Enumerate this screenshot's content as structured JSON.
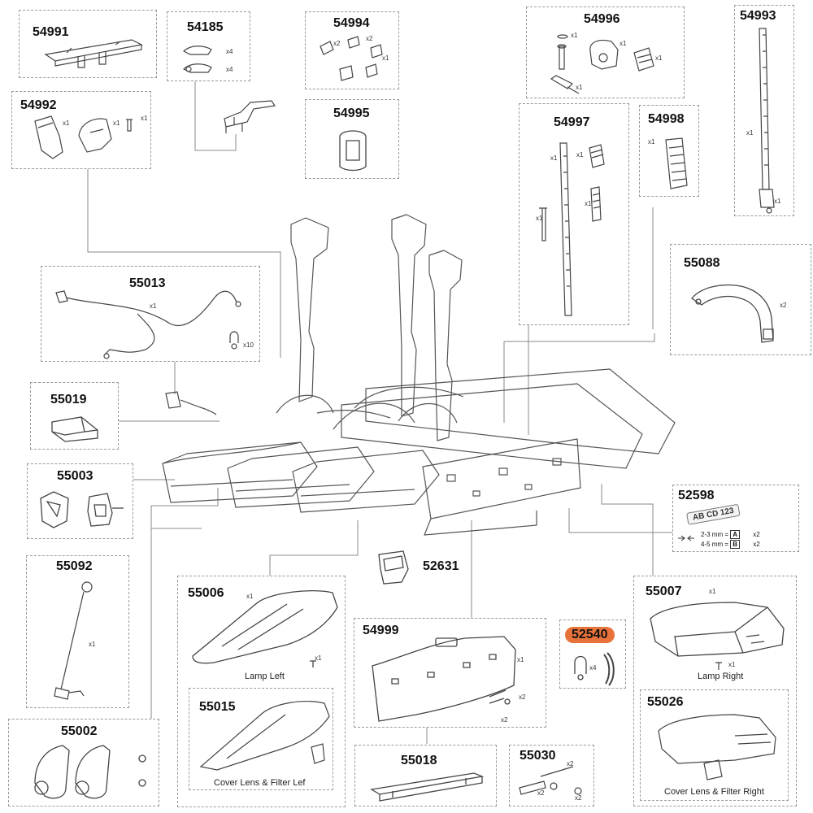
{
  "parts": [
    {
      "id": "p54991",
      "number": "54991",
      "qtys": []
    },
    {
      "id": "p54185",
      "number": "54185",
      "qtys": [
        "x4",
        "x4"
      ]
    },
    {
      "id": "p54994",
      "number": "54994",
      "qtys": [
        "x2",
        "x2",
        "x1"
      ]
    },
    {
      "id": "p54996",
      "number": "54996",
      "qtys": [
        "x1",
        "x1",
        "x1",
        "x1"
      ]
    },
    {
      "id": "p54993",
      "number": "54993",
      "qtys": [
        "x1",
        "x1"
      ]
    },
    {
      "id": "p54992",
      "number": "54992",
      "qtys": [
        "x1",
        "x1",
        "x1"
      ]
    },
    {
      "id": "p54995",
      "number": "54995",
      "qtys": []
    },
    {
      "id": "p54997",
      "number": "54997",
      "qtys": [
        "x1",
        "x1",
        "x1",
        "x1"
      ]
    },
    {
      "id": "p54998",
      "number": "54998",
      "qtys": [
        "x1"
      ]
    },
    {
      "id": "p55013",
      "number": "55013",
      "qtys": [
        "x1",
        "x10"
      ]
    },
    {
      "id": "p55088",
      "number": "55088",
      "qtys": [
        "x2"
      ]
    },
    {
      "id": "p55019",
      "number": "55019",
      "qtys": []
    },
    {
      "id": "p55003",
      "number": "55003",
      "qtys": []
    },
    {
      "id": "p52598",
      "number": "52598",
      "qtys": [
        "x2",
        "x2"
      ]
    },
    {
      "id": "p52631",
      "number": "52631",
      "qtys": []
    },
    {
      "id": "p55092",
      "number": "55092",
      "qtys": [
        "x1"
      ]
    },
    {
      "id": "p55006",
      "number": "55006",
      "caption": "Lamp Left",
      "qtys": [
        "x1",
        "x1"
      ]
    },
    {
      "id": "p54999",
      "number": "54999",
      "qtys": [
        "x1",
        "x2",
        "x2"
      ]
    },
    {
      "id": "p52540",
      "number": "52540",
      "highlighted": true,
      "qtys": [
        "x4"
      ]
    },
    {
      "id": "p55007",
      "number": "55007",
      "caption": "Lamp Right",
      "qtys": [
        "x1",
        "x1"
      ]
    },
    {
      "id": "p55015",
      "number": "55015",
      "caption": "Cover Lens & Filter Lef",
      "qtys": []
    },
    {
      "id": "p55026",
      "number": "55026",
      "caption": "Cover Lens & Filter Right",
      "qtys": []
    },
    {
      "id": "p55002",
      "number": "55002",
      "qtys": []
    },
    {
      "id": "p55018",
      "number": "55018",
      "qtys": []
    },
    {
      "id": "p55030",
      "number": "55030",
      "qtys": [
        "x2",
        "x2",
        "x2"
      ]
    }
  ],
  "sticker": {
    "plate_text": "AB CD 123",
    "row1_prefix": "2-3 mm =",
    "row1_letter": "A",
    "row1_qty": "x2",
    "row2_prefix": "4-5 mm =",
    "row2_letter": "B",
    "row2_qty": "x2"
  },
  "colors": {
    "highlight": "#e8733a",
    "frame": "#9a9a9a",
    "line": "#555555"
  }
}
